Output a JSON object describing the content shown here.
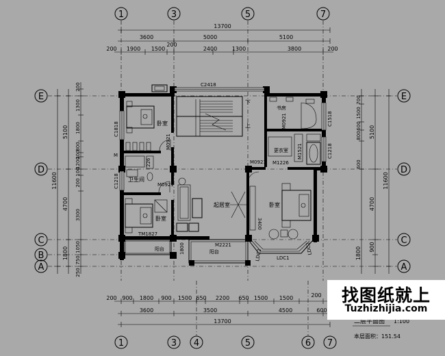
{
  "axes": {
    "numbered": [
      "1",
      "3",
      "5",
      "7",
      "1",
      "3",
      "4",
      "5",
      "6",
      "7"
    ],
    "lettered": [
      "E",
      "D",
      "C",
      "B",
      "A",
      "E",
      "D",
      "C",
      "A"
    ]
  },
  "dims_top": {
    "total": "13700",
    "row2": [
      "3600",
      "5000",
      "5100"
    ],
    "row3": [
      "200",
      "1900",
      "1500",
      "200",
      "2400",
      "1300",
      "3800",
      "200"
    ]
  },
  "dims_bottom": {
    "row1": [
      "200",
      "900",
      "1800",
      "900",
      "1500",
      "650",
      "2200",
      "650",
      "1500",
      "1500",
      "200"
    ],
    "row2": [
      "3600",
      "3500",
      "4500",
      "600"
    ],
    "total": "13700"
  },
  "dims_left": {
    "outer": [
      "5100",
      "4700",
      "1800"
    ],
    "total": "11600",
    "inner": [
      "200",
      "1300",
      "1800",
      "800",
      "200",
      "1200",
      "100",
      "200",
      "3300",
      "1050",
      "750",
      "250"
    ]
  },
  "dims_right": {
    "inner": [
      "700",
      "1500",
      "600",
      "800",
      "600"
    ],
    "outer": [
      "5100",
      "4700",
      "900",
      "1800"
    ],
    "total": "11600"
  },
  "rooms": {
    "bedroom": "卧室",
    "study": "书房",
    "closet": "更衣室",
    "bathroom": "卫生间",
    "living": "起居室",
    "balcony": "阳台",
    "down": "下",
    "up": "上"
  },
  "labels": {
    "c2418": "C2418",
    "c1818": "C1818",
    "c1518": "C1518",
    "c1218_l": "C1218",
    "c1218_r": "C1218",
    "m0921_a": "M0921",
    "m0921_b": "M0921",
    "m0921_c": "M0921",
    "m0921_d": "M0921",
    "m1226": "M1226",
    "m1521": "M1521",
    "tm1827": "TM1827",
    "m2221": "M2221",
    "ldc1": "LDC1",
    "ldc2_l": "LDC2",
    "ldc2_r": "LDC2",
    "dim_3400": "3400",
    "dim_1800": "1800",
    "dim_226": "226",
    "m": "M"
  },
  "title": {
    "plan": "二层平面图",
    "scale": "1:100",
    "area": "本层面积：151.54"
  },
  "watermark": {
    "cn": "找图纸就上",
    "en": "Tuzhizhijia.com"
  }
}
